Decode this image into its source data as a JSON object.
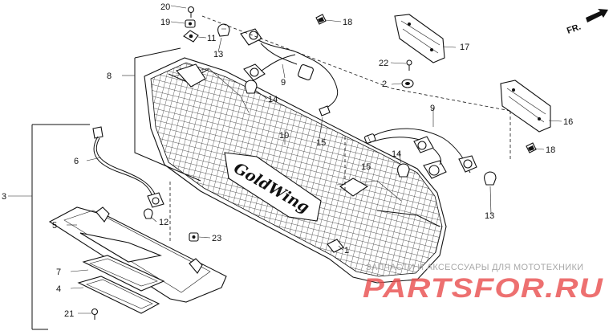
{
  "direction_marker": "FR.",
  "callouts": [
    {
      "id": "c1",
      "text": "1"
    },
    {
      "id": "c2",
      "text": "2"
    },
    {
      "id": "c3",
      "text": "3"
    },
    {
      "id": "c4",
      "text": "4"
    },
    {
      "id": "c5",
      "text": "5"
    },
    {
      "id": "c6",
      "text": "6"
    },
    {
      "id": "c7",
      "text": "7"
    },
    {
      "id": "c8",
      "text": "8"
    },
    {
      "id": "c9a",
      "text": "9"
    },
    {
      "id": "c9b",
      "text": "9"
    },
    {
      "id": "c10",
      "text": "10"
    },
    {
      "id": "c11",
      "text": "11"
    },
    {
      "id": "c12",
      "text": "12"
    },
    {
      "id": "c13a",
      "text": "13"
    },
    {
      "id": "c13b",
      "text": "13"
    },
    {
      "id": "c14a",
      "text": "14"
    },
    {
      "id": "c14b",
      "text": "14"
    },
    {
      "id": "c15a",
      "text": "15"
    },
    {
      "id": "c15b",
      "text": "15"
    },
    {
      "id": "c16",
      "text": "16"
    },
    {
      "id": "c17",
      "text": "17"
    },
    {
      "id": "c18a",
      "text": "18"
    },
    {
      "id": "c18b",
      "text": "18"
    },
    {
      "id": "c19",
      "text": "19"
    },
    {
      "id": "c20",
      "text": "20"
    },
    {
      "id": "c21",
      "text": "21"
    },
    {
      "id": "c22",
      "text": "22"
    },
    {
      "id": "c23",
      "text": "23"
    }
  ],
  "emblem_text": "GoldWing",
  "watermark": {
    "tagline": "ЗАПЧАСТИ И АКСЕССУАРЫ ДЛЯ МОТОТЕХНИКИ",
    "brand": "PARTSFOR.RU"
  },
  "colors": {
    "line": "#111111",
    "background": "#ffffff",
    "watermark_brand": "#e84c4c",
    "watermark_tagline": "#a8a8a8"
  }
}
